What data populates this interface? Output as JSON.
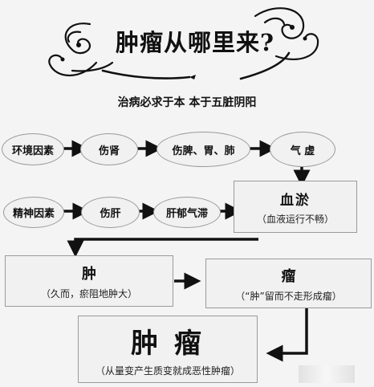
{
  "title": "肿瘤从哪里来?",
  "subtitle": "治病必求于本   本于五脏阴阳",
  "row1": [
    "环境因素",
    "伤肾",
    "伤脾、胃、肺",
    "气 虚"
  ],
  "row2": [
    "精神因素",
    "伤肝",
    "肝郁气滞"
  ],
  "box_blood": {
    "main": "血淤",
    "note": "（血液运行不畅）"
  },
  "box_swell": {
    "main": "肿",
    "note": "（久而，瘀阻地肿大）"
  },
  "box_tumor": {
    "main": "瘤",
    "note": "（“肿”留而不走形成瘤）"
  },
  "box_final": {
    "main": "肿 瘤",
    "note": "（从量变产生质变就成恶性肿瘤）"
  },
  "colors": {
    "ink": "#111111",
    "border": "#9a9a9a",
    "background": "#f4f4f4"
  }
}
